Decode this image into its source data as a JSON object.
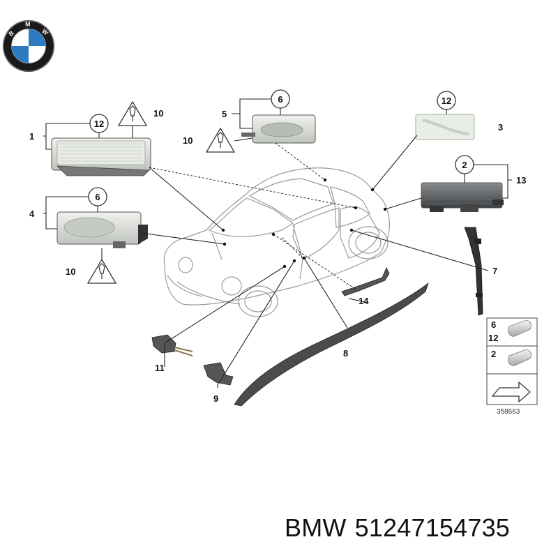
{
  "diagram": {
    "drawing_number": "358663",
    "callouts": {
      "c1": "1",
      "c2": "2",
      "c3": "3",
      "c4": "4",
      "c5": "5",
      "c6": "6",
      "c7": "7",
      "c8": "8",
      "c9": "9",
      "c10": "10",
      "c11": "11",
      "c12": "12",
      "c13": "13",
      "c14": "14"
    },
    "legend": {
      "row1_top": "6",
      "row1_bottom": "12",
      "row2": "2"
    }
  },
  "brand": {
    "name": "BMW",
    "part_number": "51247154735",
    "logo_letters": [
      "B",
      "M",
      "W"
    ]
  },
  "colors": {
    "logo_blue": "#2d7ac0",
    "logo_ring": "#1a1a1a",
    "lamp_gray": "#d8ddd6",
    "lamp_dark": "#55595c"
  }
}
